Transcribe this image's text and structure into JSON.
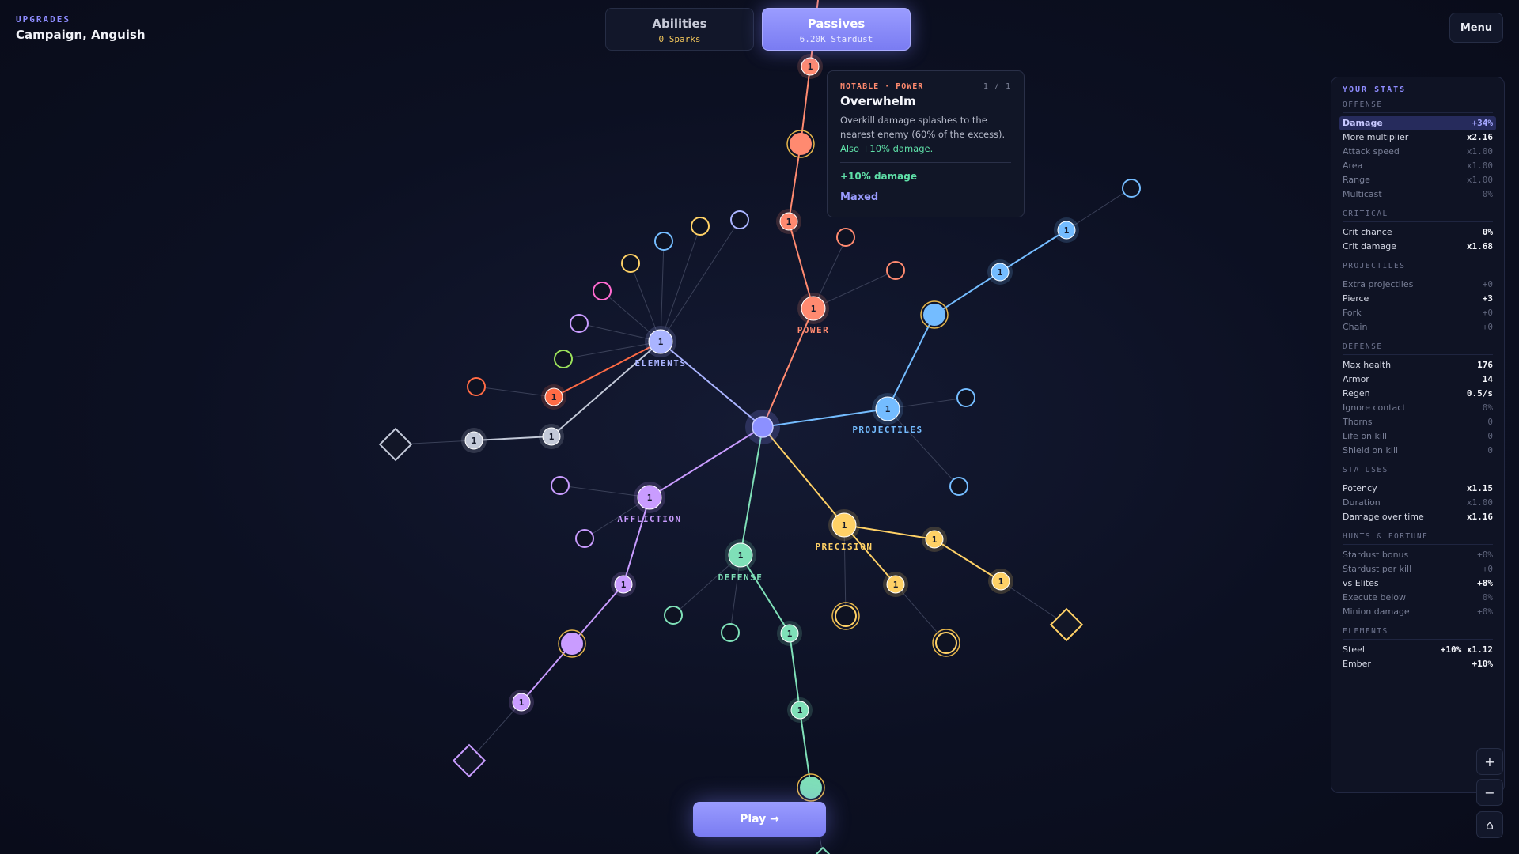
{
  "header": {
    "kicker": "UPGRADES",
    "title": "Campaign, Anguish"
  },
  "tabs": [
    {
      "label": "Abilities",
      "sub": "0 Sparks",
      "active": false
    },
    {
      "label": "Passives",
      "sub": "6.20K Stardust",
      "active": true
    }
  ],
  "menu_label": "Menu",
  "tooltip": {
    "kind": "NOTABLE · POWER",
    "rank": "1 / 1",
    "name": "Overwhelm",
    "description": "Overkill damage splashes to the nearest enemy (60% of the excess).",
    "also": "Also +10% damage.",
    "effect": "+10% damage",
    "status": "Maxed"
  },
  "branch_labels": {
    "elements": "ELEMENTS",
    "power": "POWER",
    "projectiles": "PROJECTILES",
    "affliction": "AFFLICTION",
    "defense": "DEFENSE",
    "precision": "PRECISION"
  },
  "node_rank_label": "1",
  "colors": {
    "power": "#ff8a70",
    "projectiles": "#74bcff",
    "elements": "#aab4ff",
    "affliction": "#c99cff",
    "defense": "#7fe0b8",
    "precision": "#ffd166",
    "steel": "#c3c9d8",
    "center": "#8c90ff",
    "ember": "#ff6b45"
  },
  "stats": {
    "title": "YOUR STATS",
    "sections": [
      {
        "name": "OFFENSE",
        "rows": [
          {
            "label": "Damage",
            "value": "+34%",
            "style": "hl"
          },
          {
            "label": "More multiplier",
            "value": "x2.16",
            "style": "bright"
          },
          {
            "label": "Attack speed",
            "value": "x1.00",
            "style": "dim"
          },
          {
            "label": "Area",
            "value": "x1.00",
            "style": "dim"
          },
          {
            "label": "Range",
            "value": "x1.00",
            "style": "dim"
          },
          {
            "label": "Multicast",
            "value": "0%",
            "style": "dim"
          }
        ]
      },
      {
        "name": "CRITICAL",
        "rows": [
          {
            "label": "Crit chance",
            "value": "0%",
            "style": "bright"
          },
          {
            "label": "Crit damage",
            "value": "x1.68",
            "style": "bright"
          }
        ]
      },
      {
        "name": "PROJECTILES",
        "rows": [
          {
            "label": "Extra projectiles",
            "value": "+0",
            "style": "dim"
          },
          {
            "label": "Pierce",
            "value": "+3",
            "style": "bright"
          },
          {
            "label": "Fork",
            "value": "+0",
            "style": "dim"
          },
          {
            "label": "Chain",
            "value": "+0",
            "style": "dim"
          }
        ]
      },
      {
        "name": "DEFENSE",
        "rows": [
          {
            "label": "Max health",
            "value": "176",
            "style": "bright"
          },
          {
            "label": "Armor",
            "value": "14",
            "style": "bright"
          },
          {
            "label": "Regen",
            "value": "0.5/s",
            "style": "bright"
          },
          {
            "label": "Ignore contact",
            "value": "0%",
            "style": "dim"
          },
          {
            "label": "Thorns",
            "value": "0",
            "style": "dim"
          },
          {
            "label": "Life on kill",
            "value": "0",
            "style": "dim"
          },
          {
            "label": "Shield on kill",
            "value": "0",
            "style": "dim"
          }
        ]
      },
      {
        "name": "STATUSES",
        "rows": [
          {
            "label": "Potency",
            "value": "x1.15",
            "style": "bright"
          },
          {
            "label": "Duration",
            "value": "x1.00",
            "style": "dim"
          },
          {
            "label": "Damage over time",
            "value": "x1.16",
            "style": "bright"
          }
        ]
      },
      {
        "name": "HUNTS & FORTUNE",
        "rows": [
          {
            "label": "Stardust bonus",
            "value": "+0%",
            "style": "dim"
          },
          {
            "label": "Stardust per kill",
            "value": "+0",
            "style": "dim"
          },
          {
            "label": "vs Elites",
            "value": "+8%",
            "style": "bright"
          },
          {
            "label": "Execute below",
            "value": "0%",
            "style": "dim"
          },
          {
            "label": "Minion damage",
            "value": "+0%",
            "style": "dim"
          }
        ]
      },
      {
        "name": "ELEMENTS",
        "rows": [
          {
            "label": "Steel",
            "value": "+10% x1.12",
            "style": "bright"
          },
          {
            "label": "Ember",
            "value": "+10%",
            "style": "bright"
          }
        ]
      }
    ]
  },
  "zoom": {
    "in": "+",
    "out": "−",
    "home": "⌂"
  },
  "play_label": "Play →"
}
